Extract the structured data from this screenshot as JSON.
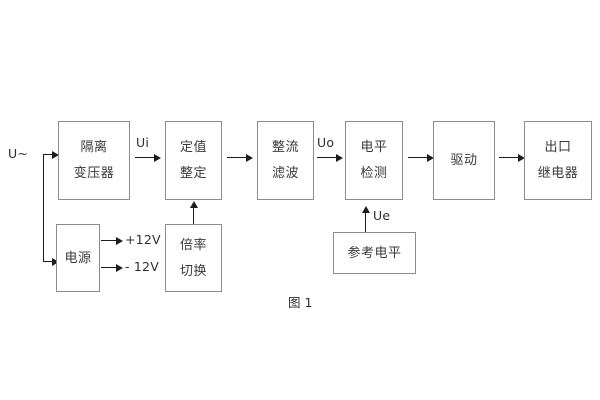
{
  "diagram": {
    "caption": "图 1",
    "input_label": "U~",
    "blocks": [
      {
        "id": "isolation-transformer",
        "lines": [
          "隔离",
          "变压器"
        ]
      },
      {
        "id": "setpoint-adjust",
        "lines": [
          "定值",
          "整定"
        ]
      },
      {
        "id": "rectify-filter",
        "lines": [
          "整流",
          "滤波"
        ]
      },
      {
        "id": "level-detect",
        "lines": [
          "电平",
          "检测"
        ]
      },
      {
        "id": "drive",
        "lines": [
          "驱动"
        ]
      },
      {
        "id": "output-relay",
        "lines": [
          "出口",
          "继电器"
        ]
      },
      {
        "id": "power-supply",
        "lines": [
          "电源"
        ]
      },
      {
        "id": "multiplier-switch",
        "lines": [
          "倍率",
          "切换"
        ]
      },
      {
        "id": "reference-level",
        "lines": [
          "参考电平"
        ]
      }
    ],
    "signal_labels": {
      "ui": "Ui",
      "uo": "Uo",
      "ue": "Ue",
      "rail_positive": "+12V",
      "rail_negative": "- 12V"
    },
    "colors": {
      "box_border": "#8c8c8c",
      "line": "#1d1d1d",
      "text": "#3a3a3a",
      "background": "#ffffff"
    }
  }
}
